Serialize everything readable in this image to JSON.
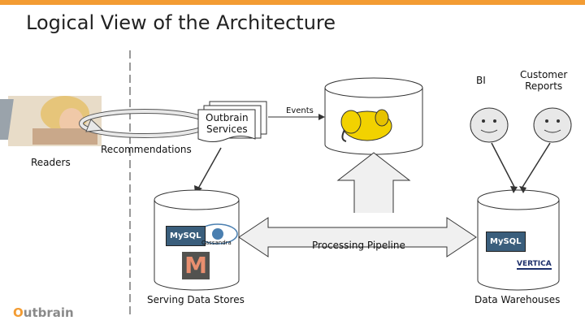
{
  "slide": {
    "title": "Logical View of the Architecture",
    "accent_color": "#f39c33"
  },
  "labels": {
    "readers": "Readers",
    "outbrain_services": [
      "Outbrain",
      "Services"
    ],
    "events": "Events",
    "recommendations": "Recommendations",
    "bi": "BI",
    "customer_reports": [
      "Customer",
      "Reports"
    ],
    "processing_pipeline": "Processing Pipeline",
    "serving_data_stores": "Serving Data Stores",
    "data_warehouses": "Data Warehouses"
  },
  "logos": {
    "mysql": "MySQL",
    "cassandra": "Cassandra",
    "vertica": "VERTICA",
    "m_logo": "M",
    "outbrain_logo": "utbrain",
    "outbrain_logo_o": "O"
  },
  "icons": [
    "reader-photo",
    "hadoop-elephant-icon",
    "smiley-user-icon",
    "cylinder",
    "double-arrow"
  ]
}
